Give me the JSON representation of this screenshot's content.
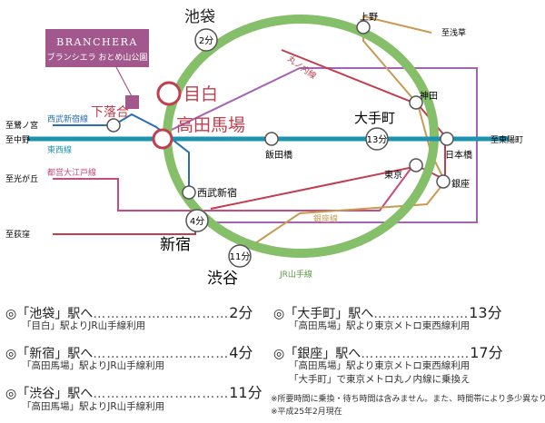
{
  "brand": {
    "name": "BRANCHERA",
    "sub": "ブランシエラ おとめ山公園"
  },
  "stations": {
    "ikebukuro": "池袋",
    "mejiro": "目白",
    "takadanobaba": "高田馬場",
    "shimoochiai": "下落合",
    "ueno": "上野",
    "kanda": "神田",
    "otemachi": "大手町",
    "tokyo": "東京",
    "nihonbashi": "日本橋",
    "ginza": "銀座",
    "iidabashi": "飯田橋",
    "seibushinjuku": "西武新宿",
    "shinjuku": "新宿",
    "shibuya": "渋谷"
  },
  "times": {
    "ikebukuro": "2分",
    "otemachi": "13分",
    "shinjuku": "4分",
    "shibuya": "11分"
  },
  "lines": {
    "seibu_shinjuku": "西武新宿線",
    "tozai": "東西線",
    "oedo": "都営大江戸線",
    "marunouchi": "丸ノ内線",
    "ginza": "銀座線",
    "yamanote": "JR山手線"
  },
  "directions": {
    "saginomiya": "至鷺ノ宮",
    "nakano": "至中野",
    "hikarigaoka": "至光が丘",
    "ogikubo": "至荻窪",
    "asakusa": "至浅草",
    "higashiyocho": "至東陽町"
  },
  "colors": {
    "yamanote": "#86bf6a",
    "tozai": "#1e93b0",
    "marunouchi": "#c23d4d",
    "ginza": "#c89a52",
    "oedo": "#c94a7c",
    "seibu": "#2a6fb5",
    "purple": "#a463b3",
    "brand": "#a2588c"
  },
  "routes": [
    {
      "label": "◎「池袋」駅へ",
      "time": "2分",
      "detail": "「目白」駅よりJR山手線利用"
    },
    {
      "label": "◎「新宿」駅へ",
      "time": "4分",
      "detail": "「高田馬場」駅よりJR山手線利用"
    },
    {
      "label": "◎「渋谷」駅へ",
      "time": "11分",
      "detail": "「高田馬場」駅よりJR山手線利用"
    },
    {
      "label": "◎「大手町」駅へ",
      "time": "13分",
      "detail": "「高田馬場」駅より東京メトロ東西線利用"
    },
    {
      "label": "◎「銀座」駅へ",
      "time": "17分",
      "detail": "「高田馬場」駅より東京メトロ東西線利用",
      "detail2": "「大手町」で東京メトロ丸ノ内線に乗換え"
    }
  ],
  "notes": [
    "※所要時間に乗換・待ち時間は含みません。また、時間帯により多少異なります。",
    "※平成25年2月現在"
  ]
}
